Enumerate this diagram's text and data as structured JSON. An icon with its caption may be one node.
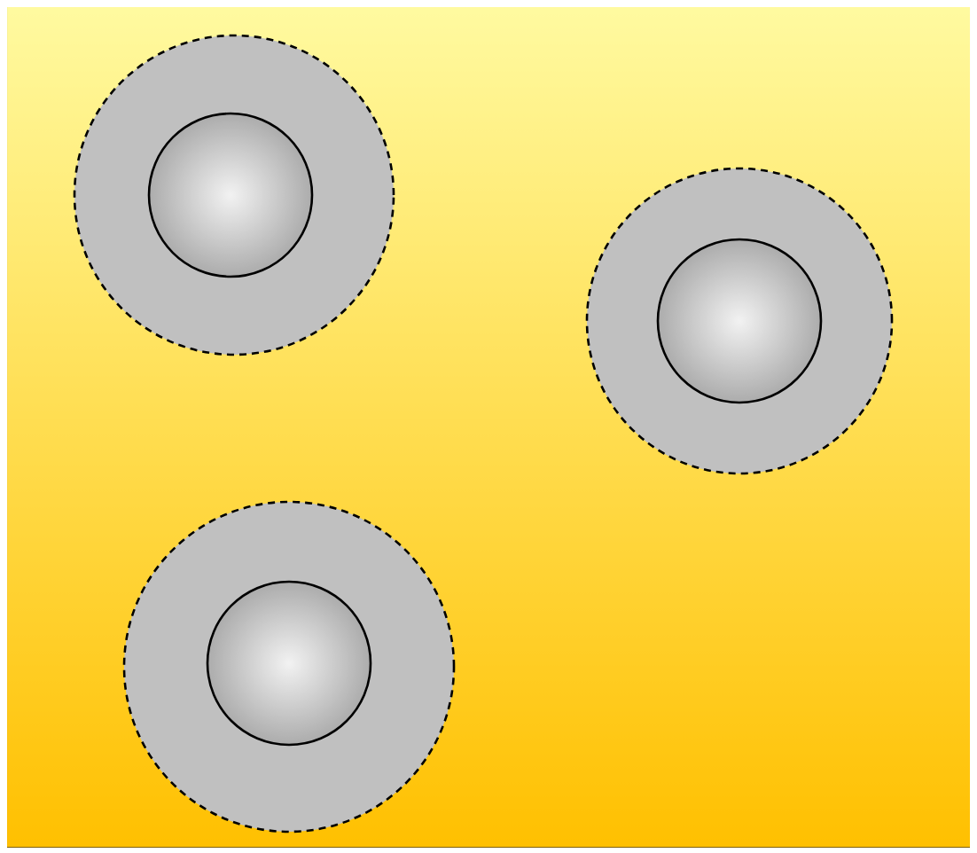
{
  "diagram": {
    "nodes": [
      {
        "text": [],
        "shape": "circle"
      },
      {
        "text": [],
        "shape": "circle",
        "in": 0
      },
      {
        "text": [],
        "shape": "circle"
      },
      {
        "text": [],
        "shape": "circle",
        "in": 2
      },
      {
        "text": [],
        "shape": "circle"
      },
      {
        "text": [],
        "shape": "circle",
        "in": 4
      }
    ]
  }
}
